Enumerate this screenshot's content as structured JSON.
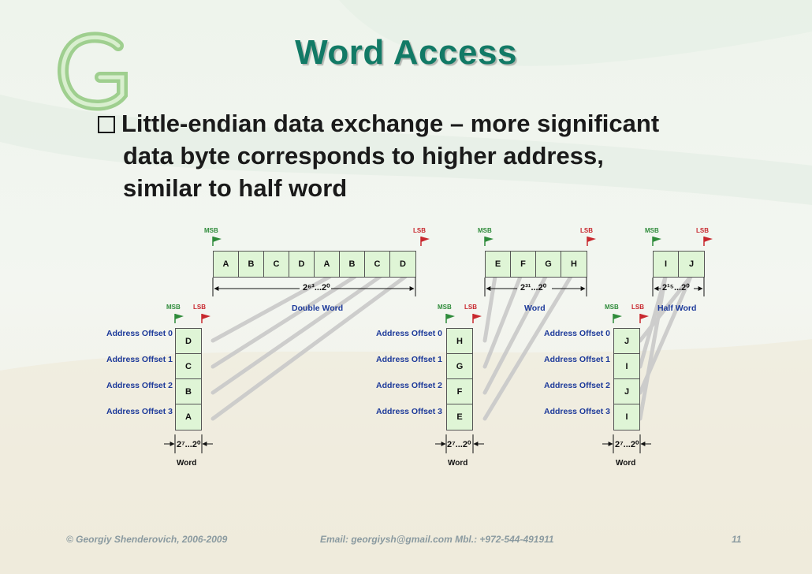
{
  "title": "Word Access",
  "bullet": {
    "line1": "Little-endian data exchange – more significant",
    "line2": "data byte corresponds to higher address,",
    "line3": "similar to half word"
  },
  "labels": {
    "msb": "MSB",
    "lsb": "LSB",
    "double_word": "Double Word",
    "word": "Word",
    "half_word": "Half Word",
    "r64": "2⁶³...2⁰",
    "r32": "2³¹...2⁰",
    "r16": "2¹⁵...2⁰",
    "r8": "2⁷...2⁰"
  },
  "double_word_cells": [
    "A",
    "B",
    "C",
    "D",
    "A",
    "B",
    "C",
    "D"
  ],
  "word_cells": [
    "E",
    "F",
    "G",
    "H"
  ],
  "half_word_cells": [
    "I",
    "J"
  ],
  "address_offsets": [
    "Address Offset 0",
    "Address Offset 1",
    "Address Offset 2",
    "Address Offset 3"
  ],
  "mem_left": [
    "D",
    "C",
    "B",
    "A"
  ],
  "mem_mid": [
    "H",
    "G",
    "F",
    "E"
  ],
  "mem_right": [
    "J",
    "I",
    "J",
    "I"
  ],
  "footer": {
    "copyright": "© Georgiy Shenderovich, 2006-2009",
    "contact": "Email: georgiysh@gmail.com   Mbl.: +972-544-491911",
    "page": "11"
  },
  "colors": {
    "title": "#127a66",
    "cell_fill": "#dff5d6",
    "msb_flag": "#2e8b3a",
    "lsb_flag": "#c8282e",
    "label_blue": "#1d3a9a",
    "connector": "#c9c9c9"
  }
}
